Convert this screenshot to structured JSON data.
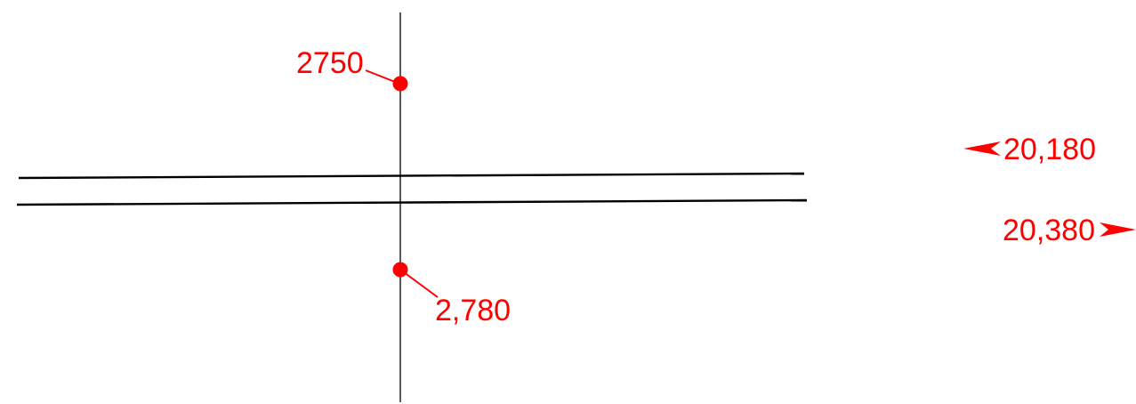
{
  "colors": {
    "annotation": "#ff0000",
    "line": "#000000",
    "background": "#ffffff"
  },
  "labels": {
    "top_point": "2750",
    "bottom_point": "2,780",
    "left_arrow": "20,180",
    "right_arrow": "20,380"
  },
  "icons": {
    "point_marker": "red-dot-icon",
    "arrow_left": "arrow-left-icon",
    "arrow_right": "arrow-right-icon"
  }
}
